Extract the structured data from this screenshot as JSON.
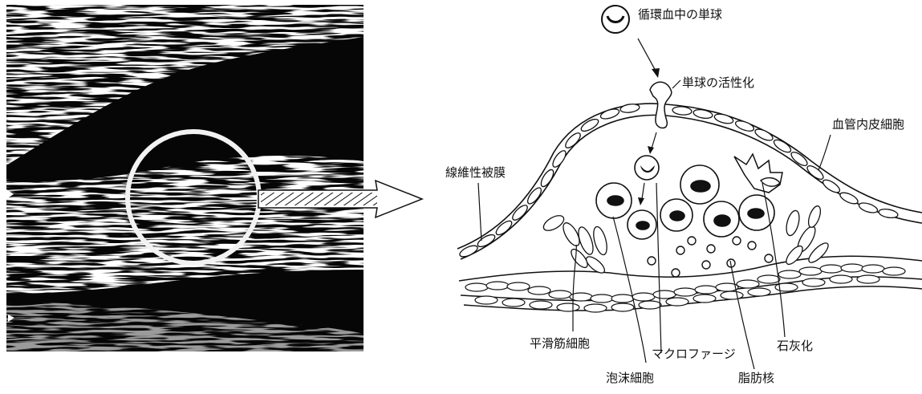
{
  "figure": {
    "left_panel": {
      "kind": "ultrasound-image",
      "marker": "circle-highlight"
    },
    "labels": {
      "circulating_monocyte": "循環血中の単球",
      "monocyte_activation": "単球の活性化",
      "endothelial_cells": "血管内皮細胞",
      "fibrous_cap": "線維性被膜",
      "smooth_muscle_cells": "平滑筋細胞",
      "macrophage": "マクロファージ",
      "calcification": "石灰化",
      "foam_cells": "泡沫細胞",
      "lipid_core": "脂肪核"
    }
  }
}
